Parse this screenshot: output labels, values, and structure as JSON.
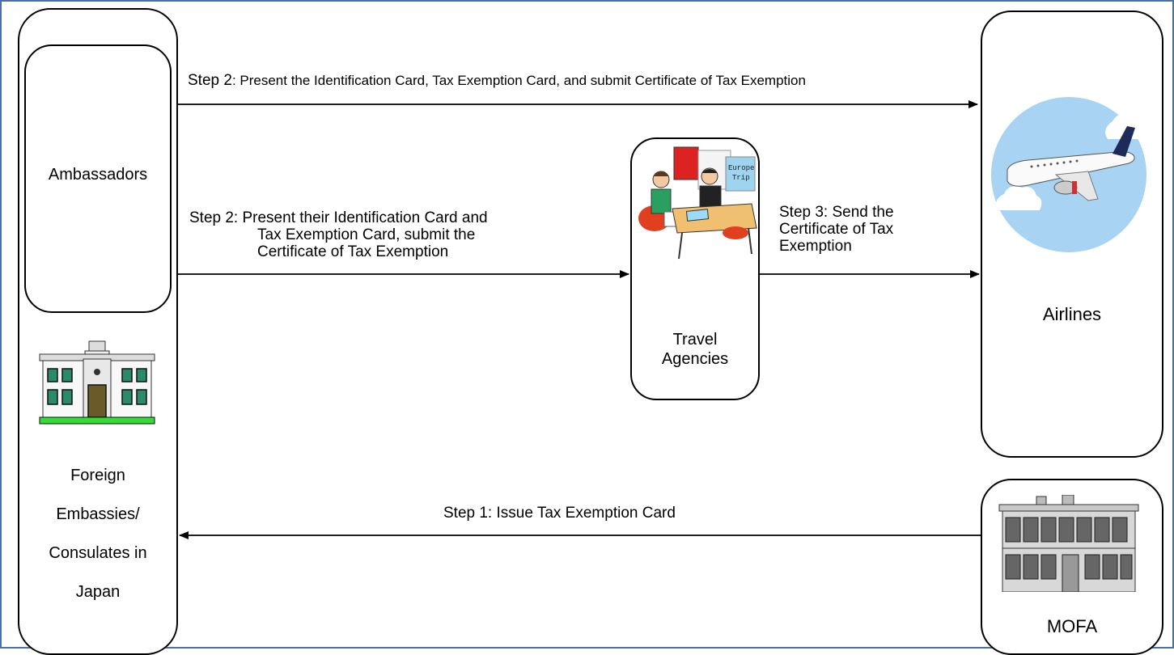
{
  "nodes": {
    "embassies_label": [
      "Foreign",
      "Embassies/",
      "Consulates in",
      "Japan"
    ],
    "ambassadors_label": "Ambassadors",
    "travel_agencies_label": [
      "Travel",
      "Agencies"
    ],
    "airlines_label": "Airlines",
    "mofa_label": "MOFA"
  },
  "edges": {
    "step2_top_prefix": "Step 2",
    "step2_top_rest": ": Present the Identification Card, Tax Exemption Card, and submit Certificate of Tax Exemption",
    "step2_middle": [
      "Step 2: Present their Identification Card and",
      "Tax Exemption Card, submit the",
      "Certificate of Tax Exemption"
    ],
    "step3": [
      "Step 3: Send the",
      "Certificate of Tax",
      "Exemption"
    ],
    "step1": "Step 1: Issue Tax Exemption Card"
  },
  "icons": {
    "embassy": "embassy-building-icon",
    "travel": "travel-agency-illustration-icon",
    "airplane": "airplane-icon",
    "mofa": "mofa-building-icon"
  },
  "poster_text": [
    "Europe",
    "Trip"
  ]
}
